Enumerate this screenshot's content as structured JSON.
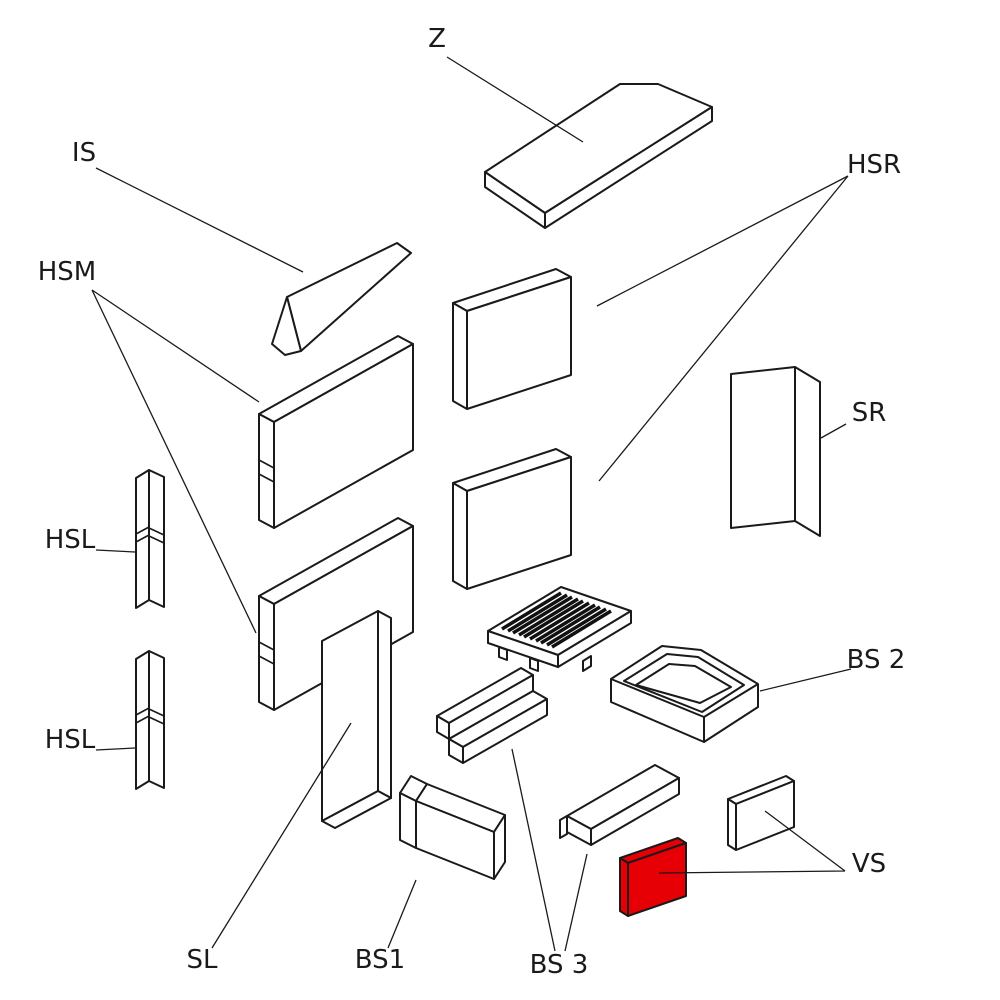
{
  "diagram": {
    "background_color": "#ffffff",
    "line_color": "#1a1a1a",
    "highlight_color": "#e60005",
    "highlighted_part": "VS",
    "labels": {
      "z": "Z",
      "is": "IS",
      "hsr": "HSR",
      "hsm": "HSM",
      "sr": "SR",
      "hsl_upper": "HSL",
      "hsl_lower": "HSL",
      "bs2": "BS 2",
      "vs": "VS",
      "sl": "SL",
      "bs1": "BS1",
      "bs3": "BS 3"
    }
  }
}
